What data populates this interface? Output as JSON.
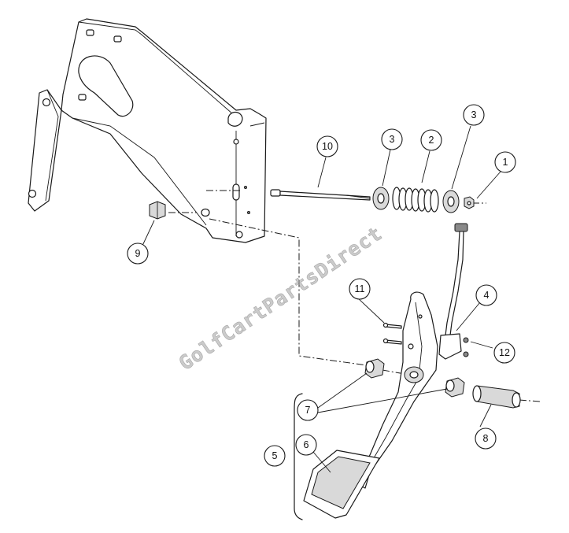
{
  "watermark": "GolfCartPartsDirect",
  "callouts": [
    {
      "id": "c1",
      "label": "1"
    },
    {
      "id": "c2",
      "label": "2"
    },
    {
      "id": "c3a",
      "label": "3"
    },
    {
      "id": "c3b",
      "label": "3"
    },
    {
      "id": "c4",
      "label": "4"
    },
    {
      "id": "c5",
      "label": "5"
    },
    {
      "id": "c6",
      "label": "6"
    },
    {
      "id": "c7",
      "label": "7"
    },
    {
      "id": "c8",
      "label": "8"
    },
    {
      "id": "c9",
      "label": "9"
    },
    {
      "id": "c10",
      "label": "10"
    },
    {
      "id": "c11",
      "label": "11"
    },
    {
      "id": "c12",
      "label": "12"
    }
  ]
}
